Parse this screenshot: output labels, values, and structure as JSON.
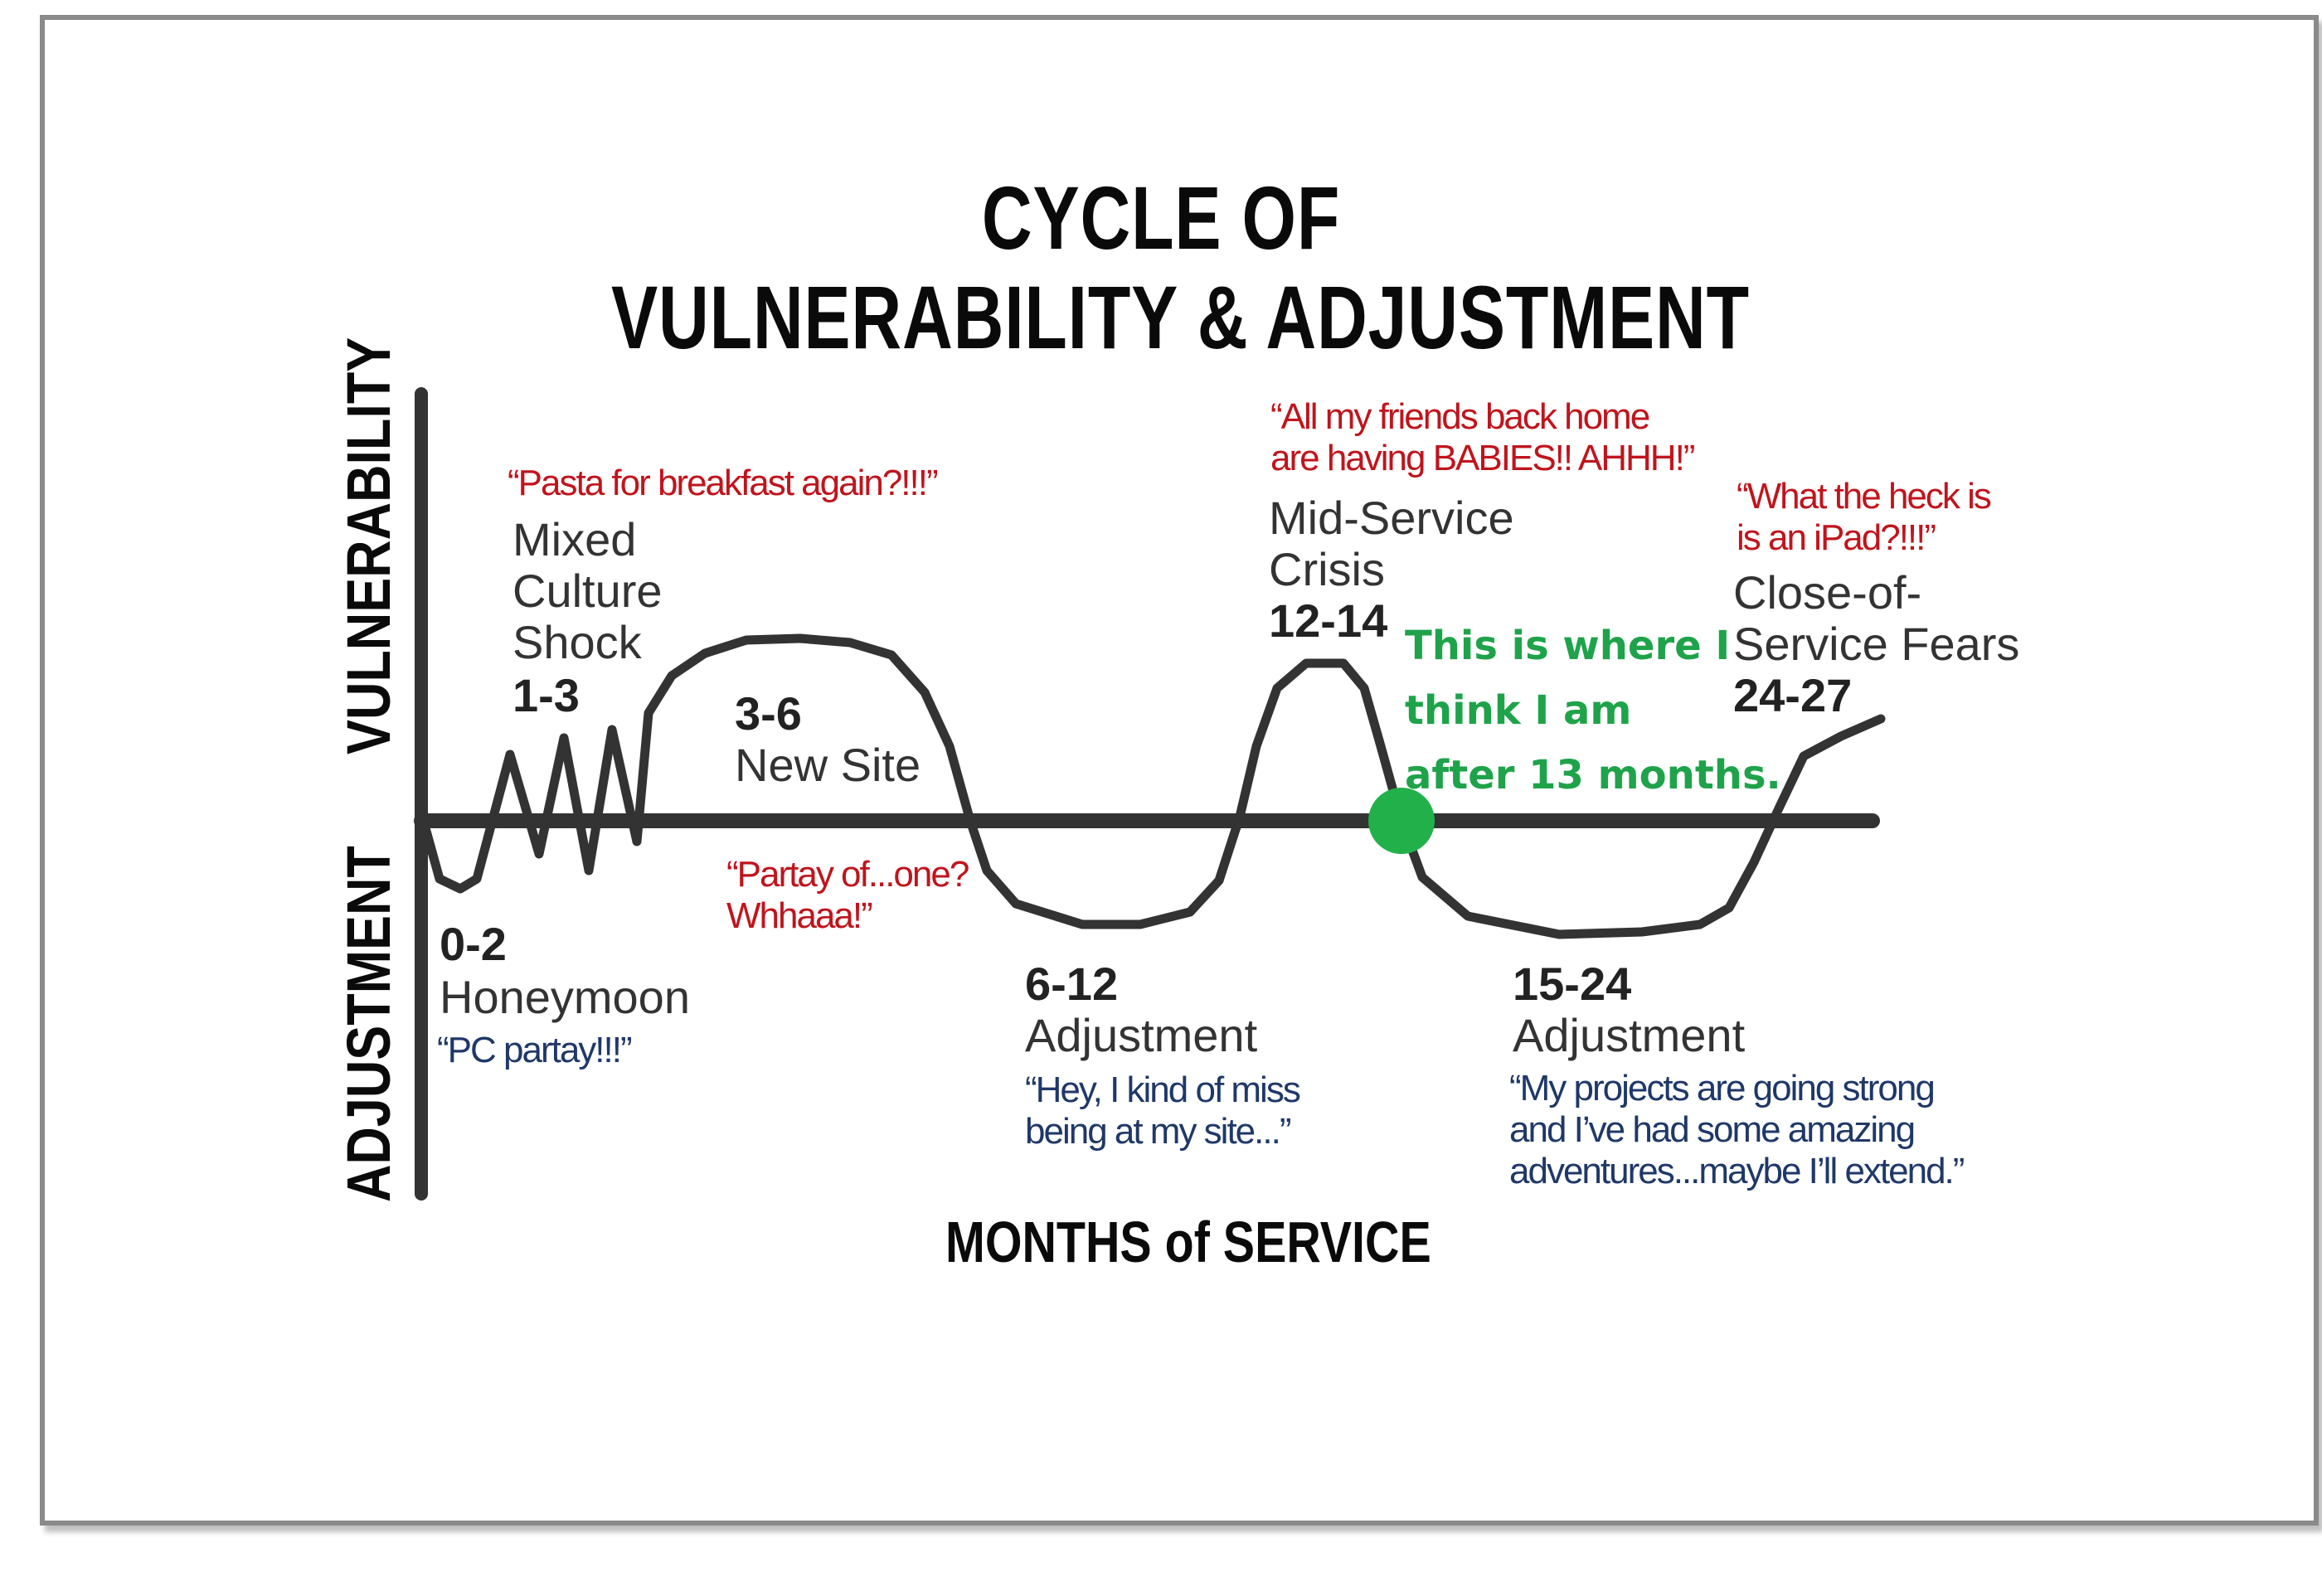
{
  "title": {
    "line1": "CYCLE OF",
    "line2": "VULNERABILITY & ADJUSTMENT"
  },
  "axes": {
    "y_top": "VULNERABILITY",
    "y_bottom": "ADJUSTMENT",
    "x": "MONTHS of SERVICE"
  },
  "phases": {
    "honeymoon": {
      "range": "0-2",
      "name": "Honeymoon",
      "quote": "“PC partay!!!”"
    },
    "culture_shock": {
      "quote": "“Pasta for breakfast again?!!!”",
      "name_l1": "Mixed",
      "name_l2": "Culture",
      "name_l3": "Shock",
      "range": "1-3"
    },
    "new_site": {
      "range": "3-6",
      "name": "New Site",
      "quote_l1": "“Partay of...one?",
      "quote_l2": "Whhaaa!”"
    },
    "adjustment_1": {
      "range": "6-12",
      "name": "Adjustment",
      "quote_l1": "“Hey, I kind of miss",
      "quote_l2": "being at my site...”"
    },
    "mid_service": {
      "quote_l1": "“All my friends back home",
      "quote_l2": "are having BABIES!! AHHH!”",
      "name_l1": "Mid-Service",
      "name_l2": "Crisis",
      "range": "12-14"
    },
    "adjustment_2": {
      "range": "15-24",
      "name": "Adjustment",
      "quote_l1": "“My projects are going strong",
      "quote_l2": "and I’ve had some amazing",
      "quote_l3": "adventures...maybe I’ll extend.”"
    },
    "close_of_service": {
      "quote_l1": "“What the heck is",
      "quote_l2": "is an iPad?!!!”",
      "name_l1": "Close-of-",
      "name_l2": "Service Fears",
      "range": "24-27"
    }
  },
  "annotation": {
    "line1": "This is where I",
    "line2": "think I am",
    "line3": "after 13 months."
  },
  "colors": {
    "curve": "#333333",
    "axis": "#333333",
    "marker": "#22b04b",
    "quote_red": "#c0141c",
    "quote_blue": "#1f3868",
    "annotation": "#1fa34a"
  }
}
